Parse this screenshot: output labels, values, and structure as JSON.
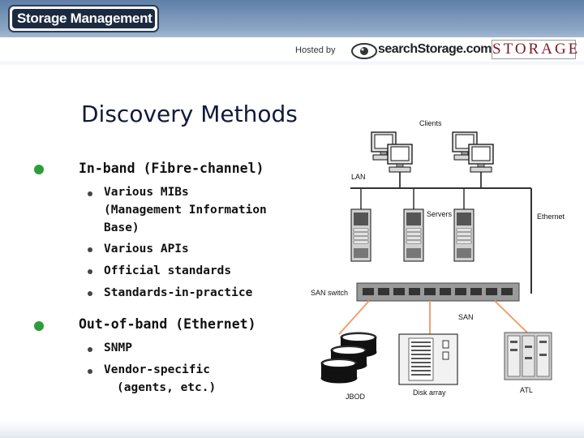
{
  "header": {
    "logo_text": "Storage Management",
    "hosted_by": "Hosted by",
    "search_storage": "searchStorage.com",
    "storage_mark": "STORAGE"
  },
  "slide": {
    "title": "Discovery Methods",
    "bullets": [
      {
        "text": "In-band (Fibre-channel)",
        "sub": [
          {
            "lines": [
              "Various MIBs",
              "(Management Information",
              "Base)"
            ]
          },
          {
            "lines": [
              "Various APIs"
            ]
          },
          {
            "lines": [
              "Official standards"
            ]
          },
          {
            "lines": [
              "Standards-in-practice"
            ]
          }
        ]
      },
      {
        "text": "Out-of-band (Ethernet)",
        "sub": [
          {
            "lines": [
              "SNMP"
            ]
          },
          {
            "lines": [
              "Vendor-specific",
              "(agents, etc.)"
            ]
          }
        ]
      }
    ]
  },
  "diagram": {
    "labels": {
      "clients": "Clients",
      "lan": "LAN",
      "servers": "Servers",
      "ethernet": "Ethernet",
      "san_switch": "SAN switch",
      "san": "SAN",
      "jbod": "JBOD",
      "disk_array": "Disk array",
      "atl": "ATL"
    },
    "colors": {
      "san_link": "#f0a070",
      "lan_line": "#333333",
      "switch": "#9a9a9a"
    }
  }
}
